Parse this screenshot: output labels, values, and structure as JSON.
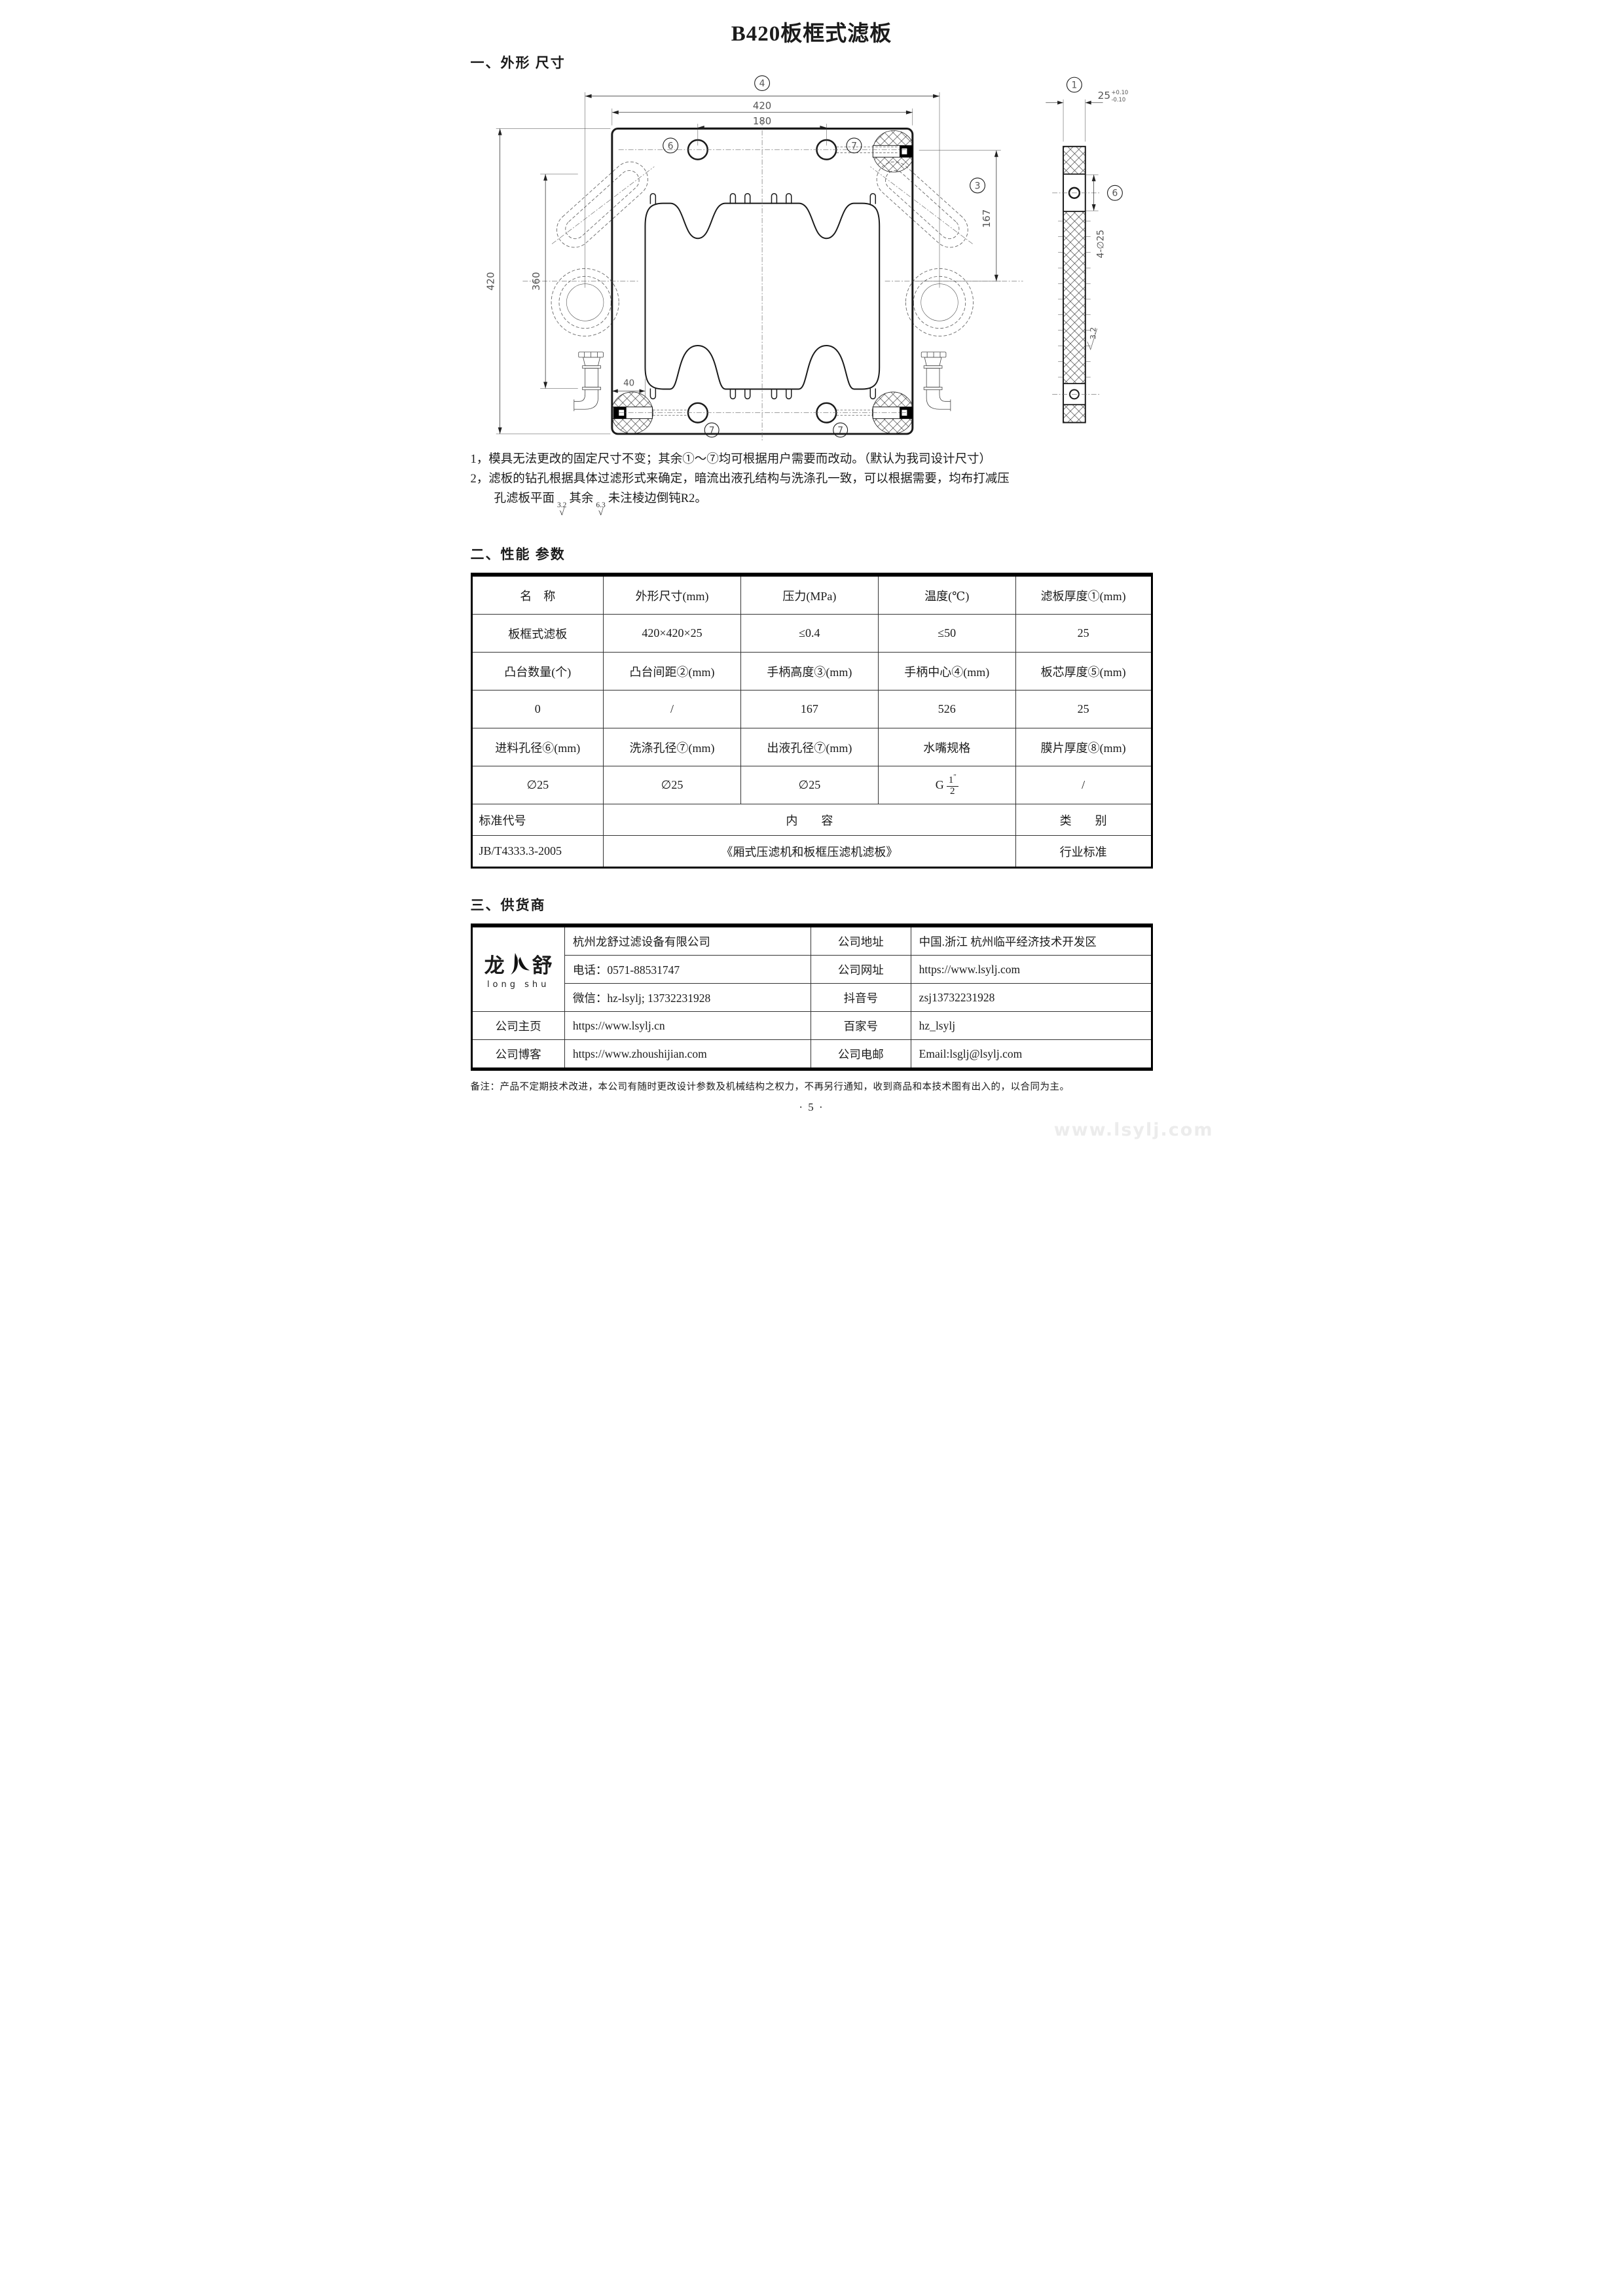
{
  "page": {
    "title": "B420板框式滤板",
    "page_number": "· 5 ·",
    "watermark": "www.lsylj.com",
    "footer_note": "备注：产品不定期技术改进，本公司有随时更改设计参数及机械结构之权力，不再另行通知，收到商品和本技术图有出入的，以合同为主。"
  },
  "outline": {
    "heading": "一、外形 尺寸",
    "notes": {
      "line1": "1，模具无法更改的固定尺寸不变；其余①～⑦均可根据用户需要而改动。（默认为我司设计尺寸）",
      "line2": "2，滤板的钻孔根据具体过滤形式来确定，暗流出液孔结构与洗涤孔一致，可以根据需要，均布打减压",
      "line3_pre": "孔滤板平面",
      "line3_rough1": "3.2",
      "line3_mid": "其余",
      "line3_rough2": "6.3",
      "line3_post": "未注棱边倒钝R2。"
    },
    "drawing": {
      "balloon_handle_center": "4",
      "balloon_feed_hole": "6",
      "balloon_wash_hole": "7",
      "balloon_outlet_left": "7",
      "balloon_outlet_right": "7",
      "balloon_handle_height": "3",
      "balloon_thickness": "1",
      "balloon_side_hole": "6",
      "dim_width": "420",
      "dim_hole_span": "180",
      "dim_height": "420",
      "dim_inner_height": "360",
      "dim_edge_offset": "40",
      "dim_handle_height": "167",
      "dim_thickness": "25",
      "tol_plus": "+0.10",
      "tol_minus": "-0.10",
      "dim_holes": "4-∅25",
      "surface_rough": "3.2"
    }
  },
  "performance": {
    "heading": "二、性能 参数",
    "g_spec": {
      "prefix": "G",
      "num": "1",
      "den": "2",
      "unit": "″"
    },
    "rows": [
      {
        "cells": [
          "名　称",
          "外形尺寸(mm)",
          "压力(MPa)",
          "温度(℃)",
          "滤板厚度①(mm)"
        ]
      },
      {
        "cells": [
          "板框式滤板",
          "420×420×25",
          "≤0.4",
          "≤50",
          "25"
        ]
      },
      {
        "cells": [
          "凸台数量(个)",
          "凸台间距②(mm)",
          "手柄高度③(mm)",
          "手柄中心④(mm)",
          "板芯厚度⑤(mm)"
        ]
      },
      {
        "cells": [
          "0",
          "/",
          "167",
          "526",
          "25"
        ]
      },
      {
        "cells": [
          "进料孔径⑥(mm)",
          "洗涤孔径⑦(mm)",
          "出液孔径⑦(mm)",
          "水嘴规格",
          "膜片厚度⑧(mm)"
        ]
      },
      {
        "cells": [
          "∅25",
          "∅25",
          "∅25",
          "",
          "/"
        ]
      },
      {
        "cells": [
          "标准代号",
          "内　　容",
          "类　　别"
        ]
      },
      {
        "cells": [
          "JB/T4333.3-2005",
          "《厢式压滤机和板框压滤机滤板》",
          "行业标准"
        ]
      }
    ]
  },
  "supplier": {
    "heading": "三、供货商",
    "logo": {
      "cn_left": "龙",
      "cn_right": "舒",
      "sub": "long shu"
    },
    "rows_top": [
      {
        "content": "杭州龙舒过滤设备有限公司",
        "label": "公司地址",
        "value": "中国.浙江 杭州临平经济技术开发区"
      },
      {
        "content": "电话：0571-88531747",
        "label": "公司网址",
        "value": "https://www.lsylj.com"
      },
      {
        "content": "微信：hz-lsylj; 13732231928",
        "label": "抖音号",
        "value": "zsj13732231928"
      }
    ],
    "rows_bottom": [
      {
        "label1": "公司主页",
        "value1": "https://www.lsylj.cn",
        "label2": "百家号",
        "value2": "hz_lsylj"
      },
      {
        "label1": "公司博客",
        "value1": "https://www.zhoushijian.com",
        "label2": "公司电邮",
        "value2": "Email:lsglj@lsylj.com"
      }
    ]
  }
}
